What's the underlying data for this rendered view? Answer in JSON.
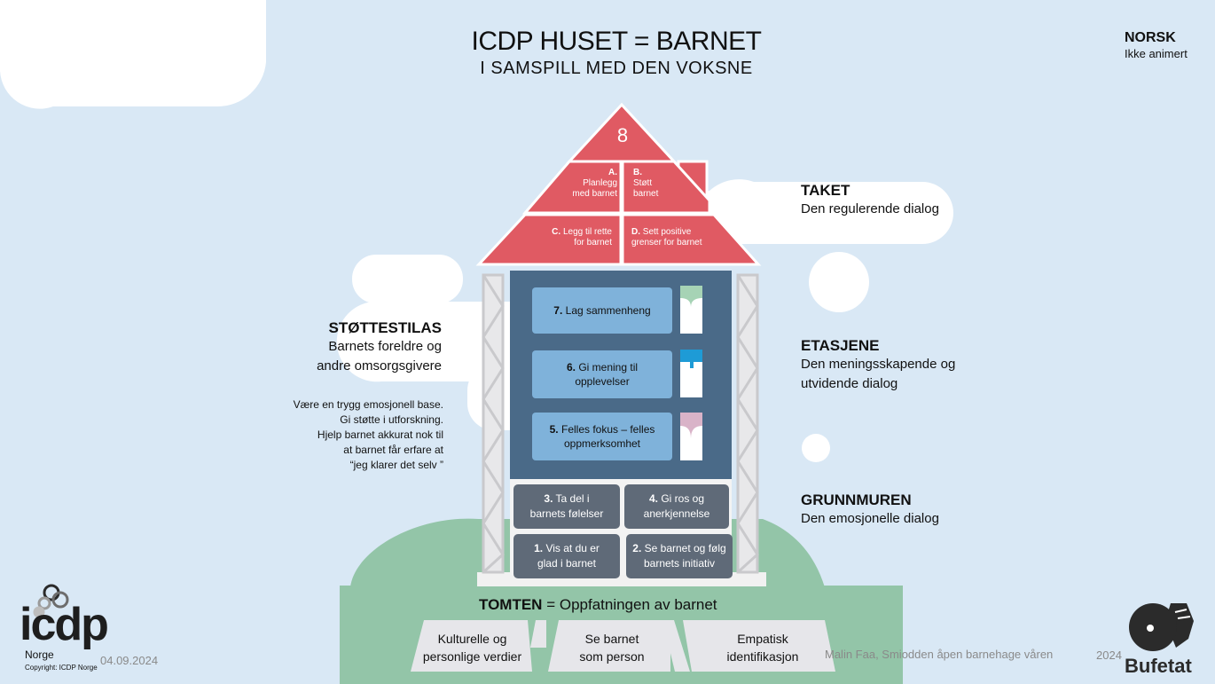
{
  "title": {
    "main": "ICDP HUSET = BARNET",
    "sub": "I SAMSPILL MED DEN VOKSNE"
  },
  "corner": {
    "heading": "NORSK",
    "note": "Ikke animert"
  },
  "roof": {
    "number": "8",
    "a_letter": "A.",
    "a_text_1": "Planlegg",
    "a_text_2": "med barnet",
    "b_letter": "B.",
    "b_text_1": "Støtt",
    "b_text_2": "barnet",
    "c_letter": "C.",
    "c_text_1": "Legg til rette",
    "c_text_2": "for barnet",
    "d_letter": "D.",
    "d_text_1": "Sett positive",
    "d_text_2": "grenser for barnet"
  },
  "rooms": [
    {
      "num": "7.",
      "text": "Lag sammenheng"
    },
    {
      "num": "6.",
      "text_1": "Gi mening til",
      "text_2": "opplevelser"
    },
    {
      "num": "5.",
      "text_1": "Felles fokus – felles",
      "text_2": "oppmerksomhet"
    }
  ],
  "foundation": [
    {
      "num": "3.",
      "text_1": "Ta del i",
      "text_2": "barnets følelser"
    },
    {
      "num": "4.",
      "text_1": "Gi ros og",
      "text_2": "anerkjennelse"
    },
    {
      "num": "1.",
      "text_1": "Vis at du er",
      "text_2": "glad i barnet"
    },
    {
      "num": "2.",
      "text_1": "Se barnet og følg",
      "text_2": "barnets initiativ"
    }
  ],
  "right_labels": {
    "taket_head": "TAKET",
    "taket_sub": "Den regulerende dialog",
    "etasjene_head": "ETASJENE",
    "etasjene_sub_1": "Den meningsskapende og",
    "etasjene_sub_2": "utvidende dialog",
    "grunnmuren_head": "GRUNNMUREN",
    "grunnmuren_sub": "Den emosjonelle dialog"
  },
  "left_labels": {
    "head": "STØTTESTILAS",
    "sub_1": "Barnets foreldre og",
    "sub_2": "andre omsorgsgivere",
    "body": [
      "Være en trygg emosjonell base.",
      "Gi støtte i utforskning.",
      "Hjelp barnet akkurat nok til",
      "at barnet får erfare at",
      "“jeg klarer det selv ”"
    ]
  },
  "tomten": {
    "head": "TOMTEN",
    "rest": " = Oppfatningen av barnet",
    "stones": [
      {
        "text_1": "Kulturelle og",
        "text_2": "personlige verdier"
      },
      {
        "text_1": "Se barnet",
        "text_2": "som person"
      },
      {
        "text_1": "Empatisk",
        "text_2": "identifikasjon"
      }
    ]
  },
  "footer": {
    "logo_word": "icdp",
    "logo_country": "Norge",
    "copyright": "Copyright: ICDP Norge",
    "date": "04.09.2024",
    "author": "Malin Faa, Smiodden åpen barnehage våren",
    "year": "2024",
    "brand": "Bufetat"
  },
  "colors": {
    "sky": "#d9e8f5",
    "roof": "#e05a63",
    "wall": "#4a6a88",
    "room": "#7fb2da",
    "brick": "#5f6a78",
    "grass": "#93c5a8"
  }
}
